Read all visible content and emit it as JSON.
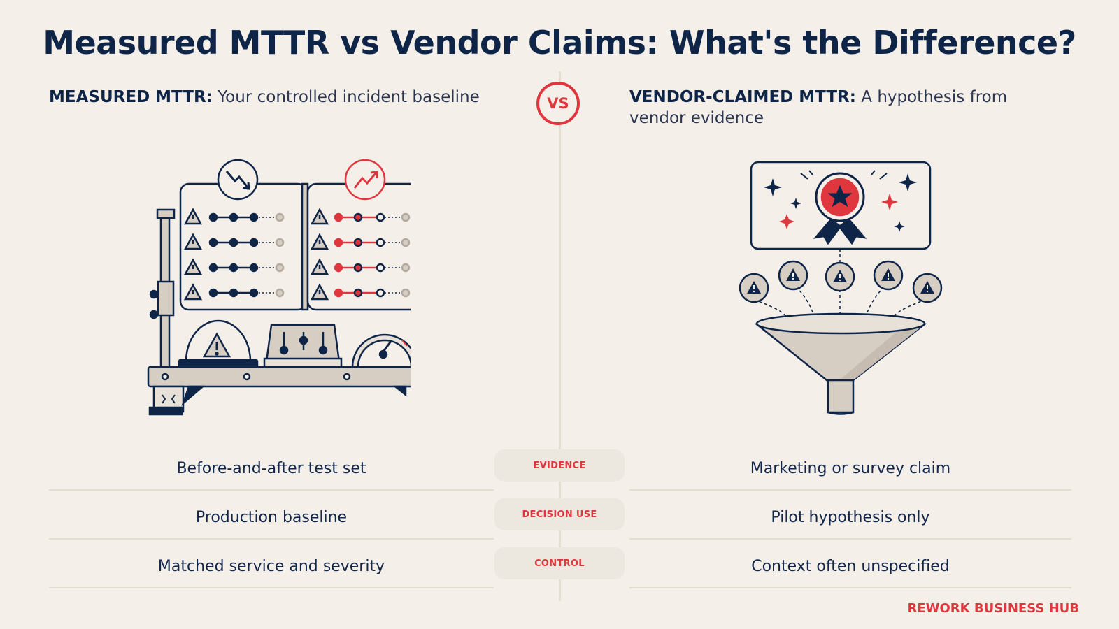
{
  "title": "Measured MTTR vs Vendor Claims: What's the Difference?",
  "vs_label": "VS",
  "left": {
    "heading_bold": "MEASURED MTTR:",
    "heading_text": "Your controlled incident baseline"
  },
  "right": {
    "heading_bold": "VENDOR-CLAIMED MTTR:",
    "heading_text": "A hypothesis from vendor evidence"
  },
  "rows": [
    {
      "label": "EVIDENCE",
      "left": "Before-and-after test set",
      "right": "Marketing or survey claim"
    },
    {
      "label": "DECISION USE",
      "left": "Production baseline",
      "right": "Pilot hypothesis only"
    },
    {
      "label": "CONTROL",
      "left": "Matched service and severity",
      "right": "Context often unspecified"
    }
  ],
  "brand": "REWORK BUSINESS HUB",
  "colors": {
    "navy": "#0f2548",
    "red": "#e0373f",
    "background": "#f4f0e9",
    "beige": "#d6cdc3"
  },
  "icons": [
    "trend-down-icon",
    "trend-up-icon",
    "warning-icon",
    "award-ribbon-icon",
    "sparkle-icon",
    "funnel-icon",
    "gauge-icon"
  ]
}
